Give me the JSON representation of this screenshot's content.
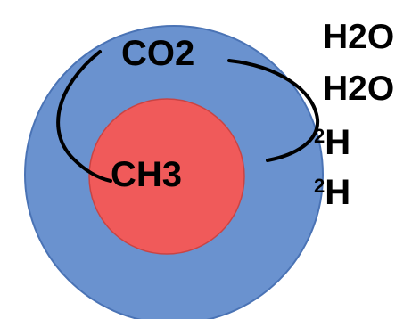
{
  "diagram": {
    "colors": {
      "outer_circle": "#6a92cf",
      "outer_circle_border": "#4a73b5",
      "inner_circle": "#f05a5a",
      "inner_circle_border": "#c94444",
      "arrows": "#000000",
      "text": "#000000"
    },
    "outer_label": "CO2",
    "inner_label": "CH3",
    "side_labels": [
      {
        "sup": "",
        "text": "H2O"
      },
      {
        "sup": "",
        "text": "H2O"
      },
      {
        "sup": "2",
        "text": "H"
      },
      {
        "sup": "2",
        "text": "H"
      }
    ]
  }
}
